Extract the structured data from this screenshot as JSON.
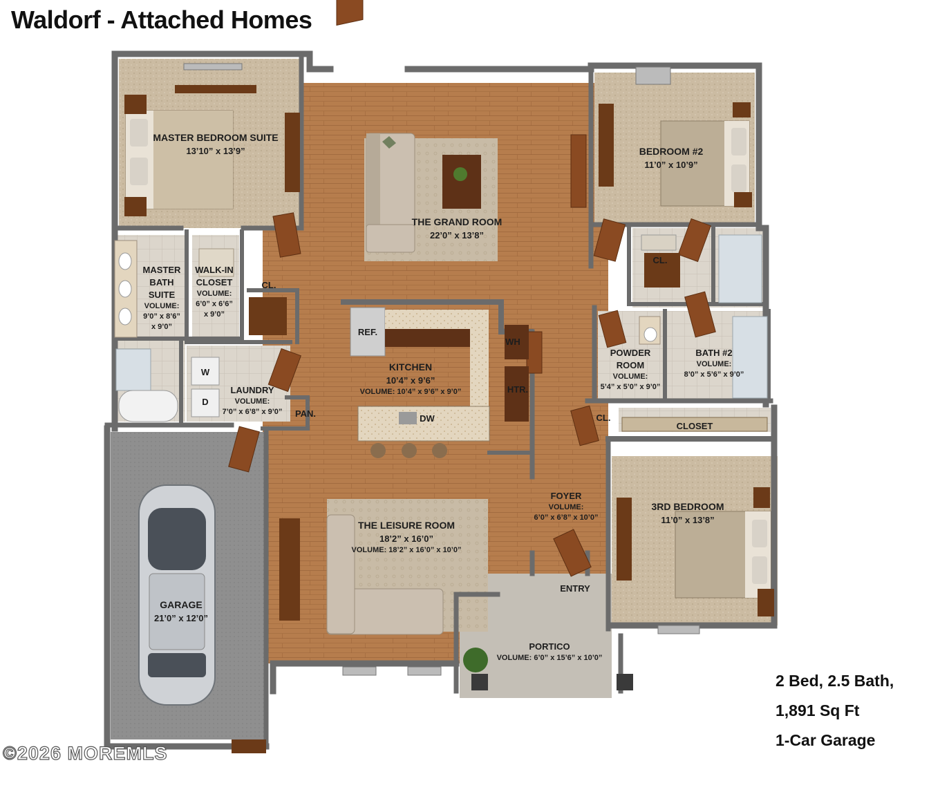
{
  "title": "Waldorf - Attached Homes",
  "summary": [
    "2 Bed, 2.5 Bath,",
    "1,891 Sq Ft",
    "1-Car Garage"
  ],
  "copyright": "©2026 MOREMLS",
  "rooms": {
    "master_bedroom": {
      "name": "MASTER BEDROOM SUITE",
      "dims": "13’10” x 13’9”"
    },
    "grand_room": {
      "name": "THE GRAND ROOM",
      "dims": "22’0” x 13’8”"
    },
    "bedroom2": {
      "name": "BEDROOM #2",
      "dims": "11’0” x 10’9”"
    },
    "master_bath": {
      "lines": [
        "MASTER",
        "BATH",
        "SUITE"
      ],
      "volume": [
        "VOLUME:",
        "9’0” x 8’6”",
        "x 9’0”"
      ]
    },
    "walkin_closet": {
      "lines": [
        "WALK-IN",
        "CLOSET"
      ],
      "volume": [
        "VOLUME:",
        "6’0” x 6’6”",
        "x 9’0”"
      ]
    },
    "cl1": "CL.",
    "kitchen": {
      "name": "KITCHEN",
      "dims": "10’4” x 9’6”",
      "volume": "VOLUME: 10’4” x 9’6” x 9’0”"
    },
    "ref": "REF.",
    "wh": "WH",
    "htr": "HTR.",
    "dw": "DW",
    "cl2": "CL.",
    "powder_room": {
      "lines": [
        "POWDER",
        "ROOM"
      ],
      "volume": [
        "VOLUME:",
        "5’4” x 5’0” x 9’0”"
      ]
    },
    "bath2": {
      "name": "BATH #2",
      "volume": [
        "VOLUME:",
        "8’0” x 5’6” x 9’0”"
      ]
    },
    "laundry": {
      "name": "LAUNDRY",
      "volume": [
        "VOLUME:",
        "7’0” x 6’8” x 9’0”"
      ]
    },
    "washer": "W",
    "dryer": "D",
    "pantry": "PAN.",
    "cl3": "CL.",
    "closet": "CLOSET",
    "foyer": {
      "name": "FOYER",
      "volume": [
        "VOLUME:",
        "6’0” x 6’8” x 10’0”"
      ]
    },
    "bedroom3": {
      "name": "3RD BEDROOM",
      "dims": "11’0” x 13’8”"
    },
    "leisure_room": {
      "name": "THE LEISURE ROOM",
      "dims": "18’2” x 16’0”",
      "volume": "VOLUME: 18’2” x 16’0” x 10’0”"
    },
    "garage": {
      "name": "GARAGE",
      "dims": "21’0” x 12’0”"
    },
    "entry": "ENTRY",
    "portico": {
      "name": "PORTICO",
      "volume": "VOLUME: 6’0” x 15’6” x 10’0”"
    }
  },
  "colors": {
    "wood_floor": "#b27a4c",
    "carpet": "#c9b9a0",
    "tile": "#d8d2c8",
    "wall": "#6b6b6b",
    "garage_floor": "#8e8e8e",
    "door": "#8a4a22"
  }
}
